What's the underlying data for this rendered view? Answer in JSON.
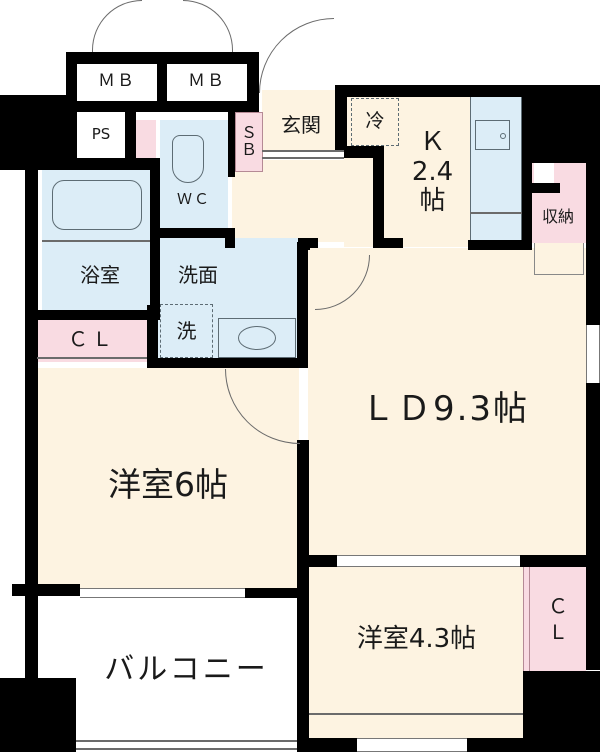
{
  "floorplan": {
    "colors": {
      "floor": "#fdf3e1",
      "wet_area": "#dcedf7",
      "storage": "#f9dbe2",
      "wall": "#000000",
      "balcony": "#ffffff"
    },
    "rooms": {
      "mb_left": "ＭＢ",
      "mb_right": "ＭＢ",
      "ps": "PS",
      "shoe_box": "Ｓ\nＢ",
      "entrance": "玄関",
      "fridge": "冷",
      "kitchen": "Ｋ\n2.4\n帖",
      "storage": "収納",
      "toilet": "ＷＣ",
      "bathroom": "浴室",
      "washroom": "洗面",
      "washer": "洗",
      "closet_left": "ＣＬ",
      "living_dining": "ＬＤ9.3帖",
      "western_room_1": "洋室6帖",
      "western_room_2": "洋室4.3帖",
      "closet_right": "Ｃ\nＬ",
      "balcony": "バルコニー"
    }
  }
}
